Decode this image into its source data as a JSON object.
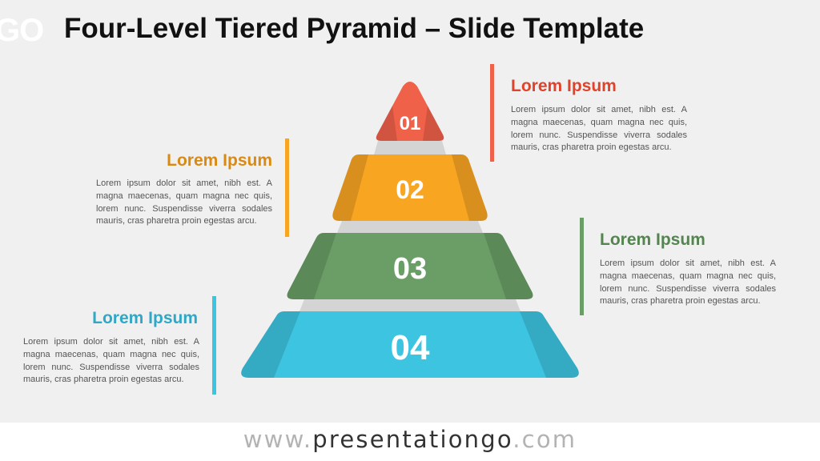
{
  "header": {
    "logo_text": "GO",
    "title": "Four-Level Tiered Pyramid – Slide Template"
  },
  "pyramid": {
    "levels": [
      {
        "number": "01",
        "color": "#f0614a"
      },
      {
        "number": "02",
        "color": "#f8a522"
      },
      {
        "number": "03",
        "color": "#6a9e66"
      },
      {
        "number": "04",
        "color": "#3cc4e0"
      }
    ]
  },
  "callouts": [
    {
      "level": "01",
      "color": "#e0432b",
      "heading": "Lorem Ipsum",
      "body": "Lorem ipsum dolor sit amet, nibh est. A magna maecenas, quam magna nec quis, lorem nunc. Suspendisse viverra sodales mauris, cras pharetra proin egestas arcu."
    },
    {
      "level": "02",
      "color": "#d98a12",
      "heading": "Lorem Ipsum",
      "body": "Lorem ipsum dolor sit amet, nibh est. A magna maecenas, quam magna nec quis, lorem nunc. Suspendisse viverra sodales mauris, cras pharetra proin egestas arcu."
    },
    {
      "level": "03",
      "color": "#54844f",
      "heading": "Lorem Ipsum",
      "body": "Lorem ipsum dolor sit amet, nibh est. A magna maecenas, quam magna nec quis, lorem nunc. Suspendisse viverra sodales mauris, cras pharetra proin egestas arcu."
    },
    {
      "level": "04",
      "color": "#2fa8c8",
      "heading": "Lorem Ipsum",
      "body": "Lorem ipsum dolor sit amet, nibh est. A magna maecenas, quam magna nec quis, lorem nunc. Suspendisse viverra sodales mauris, cras pharetra proin egestas arcu."
    }
  ],
  "footer": {
    "prefix": "www.",
    "brand": "presentationgo",
    "suffix": ".com"
  }
}
